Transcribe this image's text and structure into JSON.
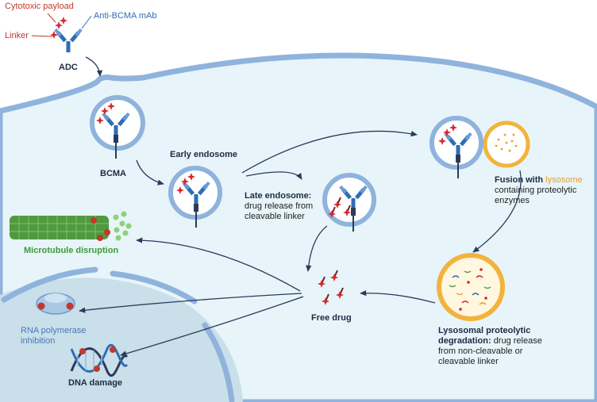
{
  "labels": {
    "cytotoxic_payload": "Cytotoxic payload",
    "linker": "Linker",
    "anti_bcma": "Anti-BCMA mAb",
    "adc": "ADC",
    "bcma": "BCMA",
    "early_endosome": "Early endosome",
    "late_endosome_title": "Late endosome:",
    "late_endosome_line1": "drug release from",
    "late_endosome_line2": "cleavable linker",
    "fusion_prefix": "Fusion with",
    "fusion_lysosome": "lysosome",
    "fusion_line2": "containing proteolytic",
    "fusion_line3": "enzymes",
    "lyso_title1": "Lysosomal proteolytic",
    "lyso_title2": "degradation:",
    "lyso_text2": "drug release",
    "lyso_line3": "from non-cleavable or",
    "lyso_line4": "cleavable linker",
    "free_drug": "Free drug",
    "microtubule": "Microtubule disruption",
    "rna_line1": "RNA polymerase",
    "rna_line2": "inhibition",
    "dna": "DNA damage"
  },
  "colors": {
    "membrane": "#8fb3dc",
    "cytoplasm": "#e7f4f9",
    "nucleus": "#c9dfe9",
    "payload": "#d8262d",
    "antibody": "#2f6db3",
    "lysosome": "#f2b33d",
    "microtubule": "#4f9a3f"
  }
}
